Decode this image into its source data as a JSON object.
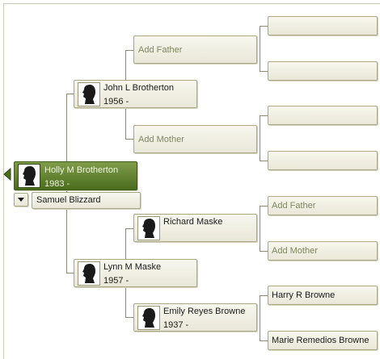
{
  "root": {
    "name": "Holly M Brotherton",
    "dates": "1983 -"
  },
  "spouse": {
    "name": "Samuel Blizzard"
  },
  "father": {
    "name": "John L Brotherton",
    "dates": "1956 -"
  },
  "mother": {
    "name": "Lynn M Maske",
    "dates": "1957 -"
  },
  "paternal_grandfather": {
    "label": "Add Father"
  },
  "paternal_grandmother": {
    "label": "Add Mother"
  },
  "maternal_grandfather": {
    "name": "Richard Maske"
  },
  "maternal_grandmother": {
    "name": "Emily Reyes Browne",
    "dates": "1937 -"
  },
  "gen3": {
    "add_father": "Add Father",
    "add_mother": "Add Mother",
    "great_grandfather": "Harry R Browne",
    "great_grandmother": "Marie Remedios Browne"
  },
  "colors": {
    "selected": "#5a7a28",
    "card": "#efeee2",
    "connector": "#8c8a6e",
    "add_text": "#7e8760"
  }
}
